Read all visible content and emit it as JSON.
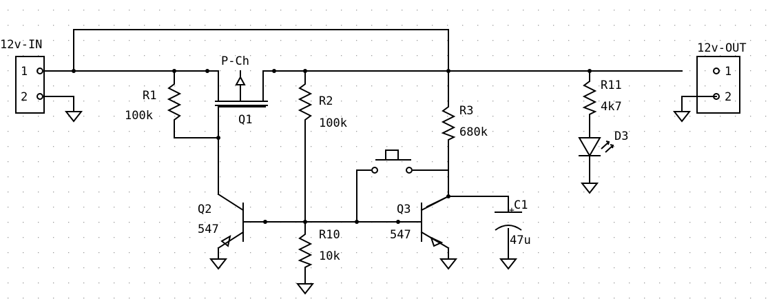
{
  "connectors": {
    "input": {
      "title": "12v-IN",
      "pin1": "1",
      "pin2": "2"
    },
    "output": {
      "title": "12v-OUT",
      "pin1": "1",
      "pin2": "2"
    }
  },
  "components": {
    "q1": {
      "ref": "Q1",
      "type": "P-Ch"
    },
    "r1": {
      "ref": "R1",
      "value": "100k"
    },
    "r2": {
      "ref": "R2",
      "value": "100k"
    },
    "r3": {
      "ref": "R3",
      "value": "680k"
    },
    "r10": {
      "ref": "R10",
      "value": "10k"
    },
    "r11": {
      "ref": "R11",
      "value": "4k7"
    },
    "q2": {
      "ref": "Q2",
      "value": "547"
    },
    "q3": {
      "ref": "Q3",
      "value": "547"
    },
    "c1": {
      "ref": "C1",
      "value": "47u",
      "polarity": "+"
    },
    "d3": {
      "ref": "D3"
    }
  }
}
